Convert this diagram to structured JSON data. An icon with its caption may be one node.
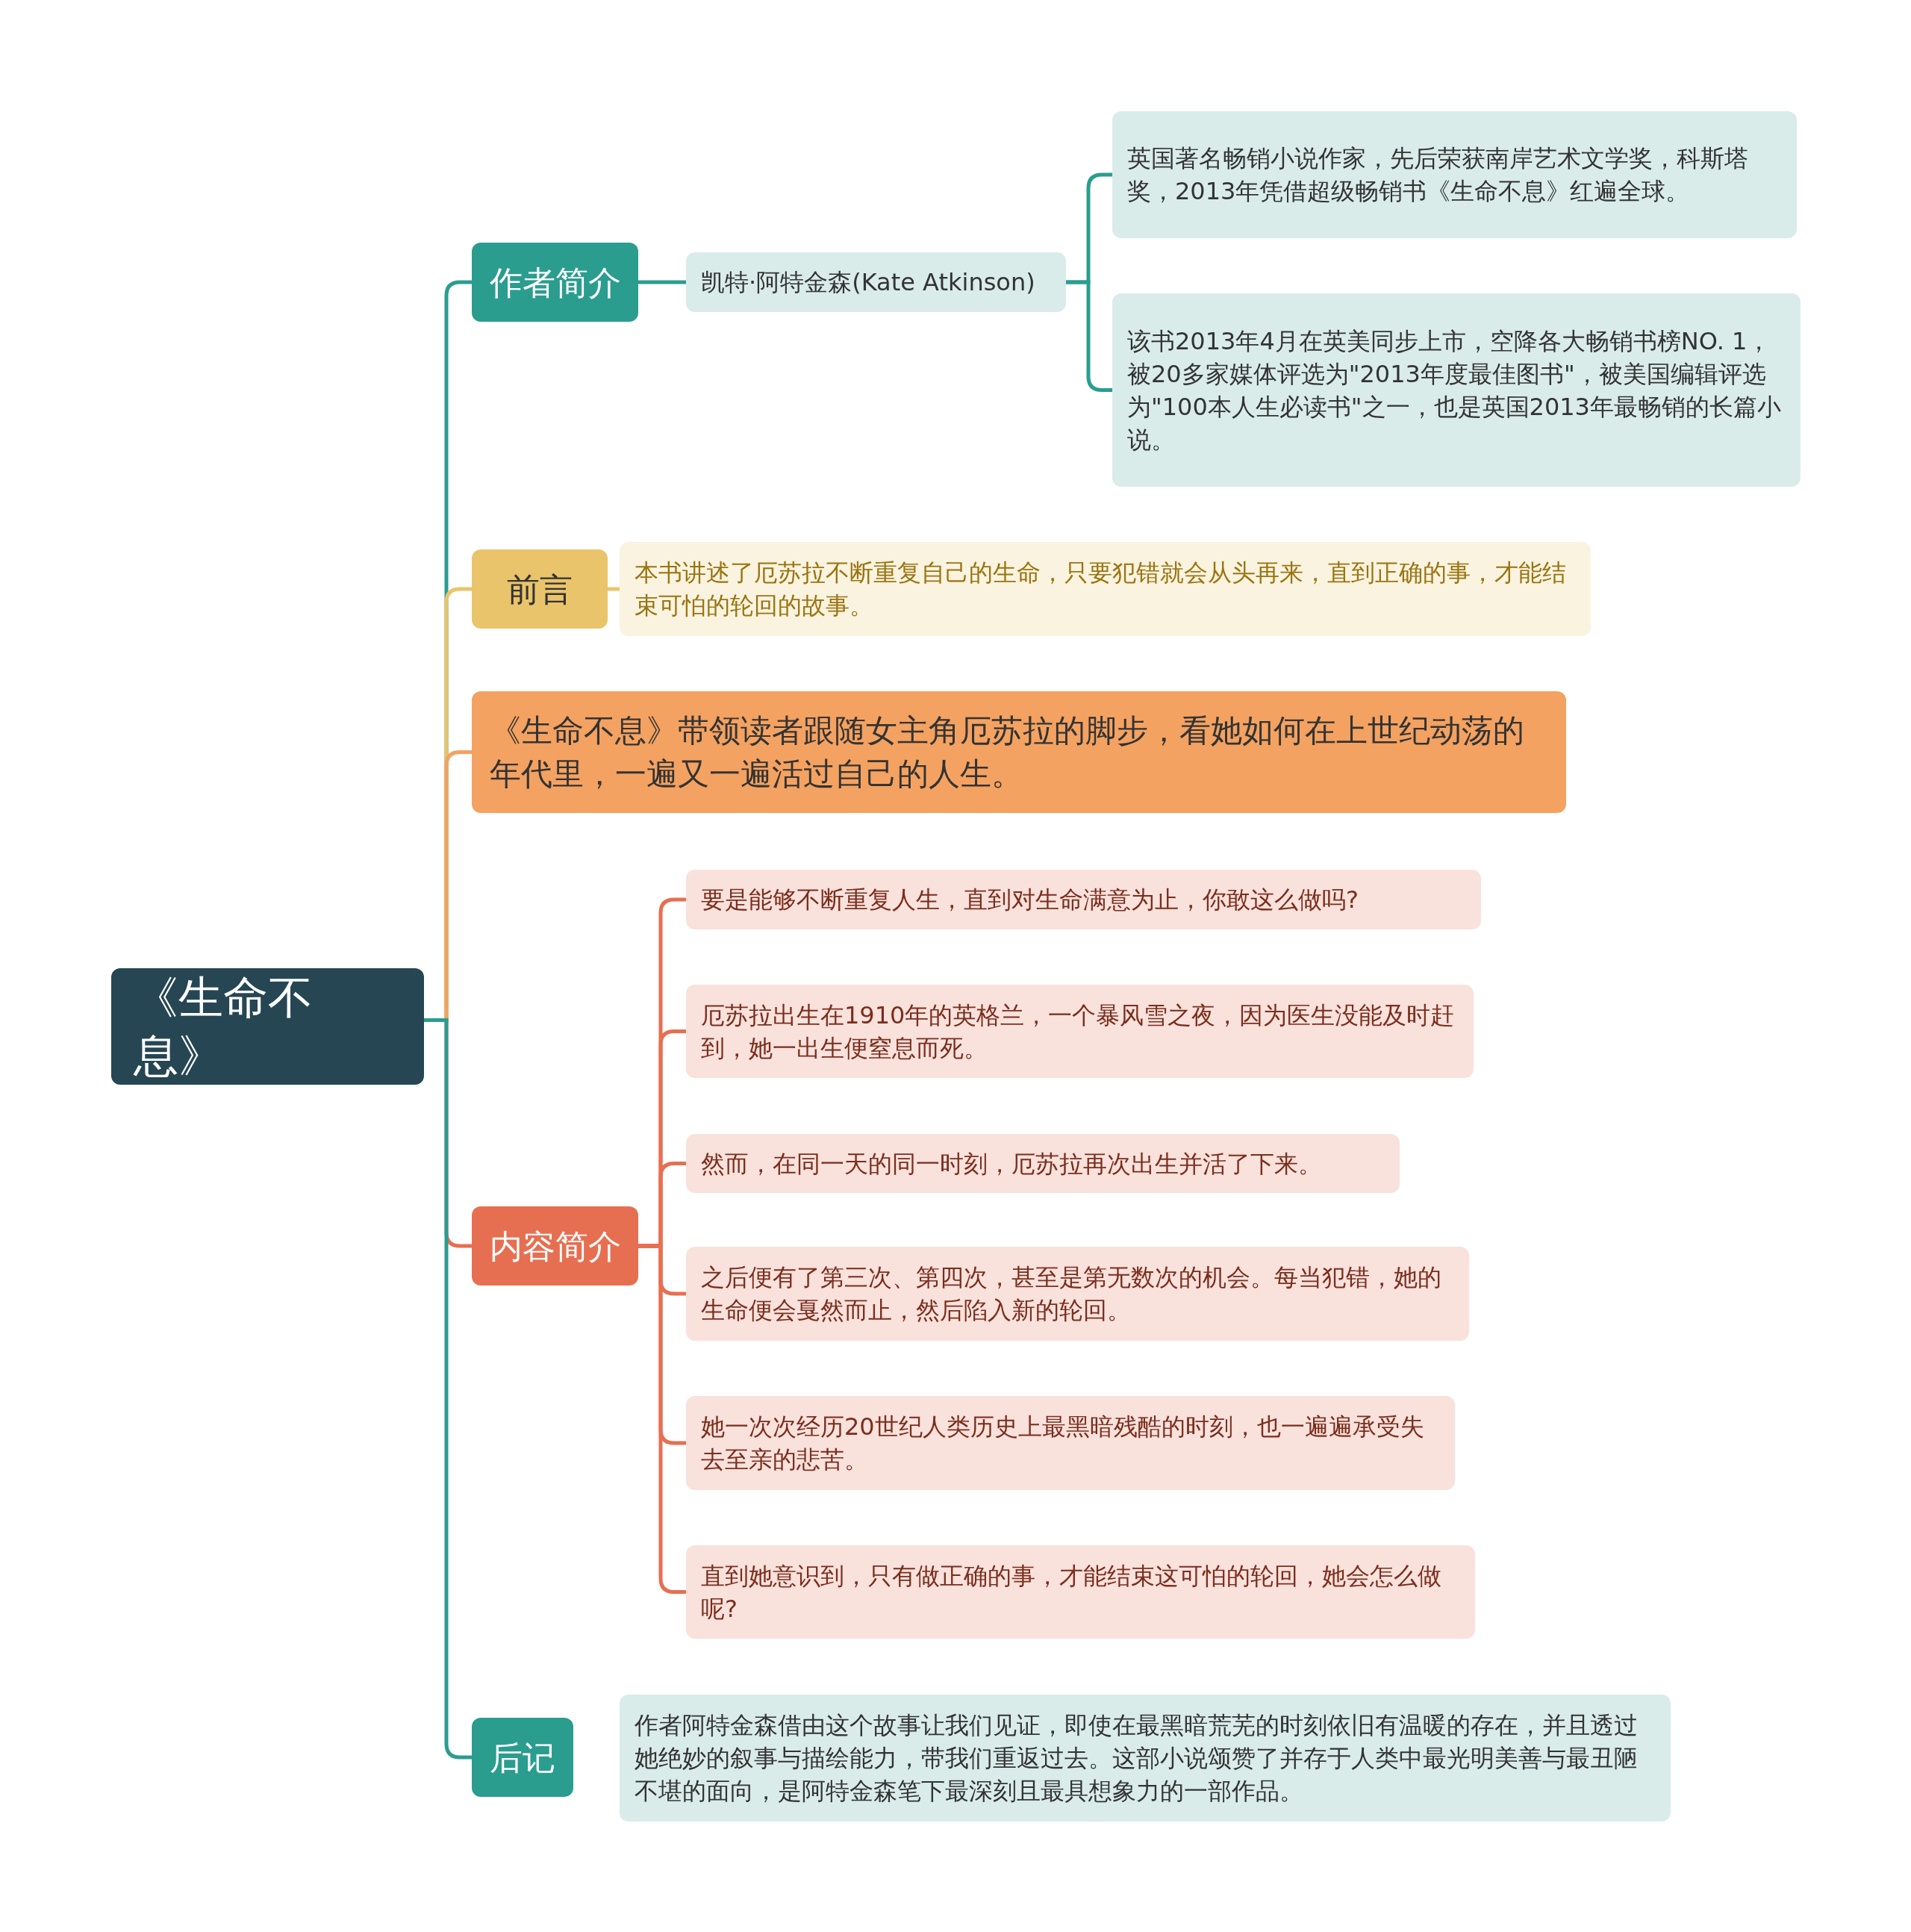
{
  "diagram": {
    "nodes": [
      {
        "text": [
          "《生命不息》"
        ]
      },
      {
        "text": [
          "作者简介"
        ]
      },
      {
        "text": [
          "凯特·阿特金森(Kate Atkinson)"
        ]
      },
      {
        "text": [
          "英国著名畅销小说作家，先后荣获南岸艺术文学奖，科斯塔奖，2013年凭借超级畅销书《生命不息》红遍全球。"
        ]
      },
      {
        "text": [
          "该书2013年4月在英美同步上市，空降各大畅销书榜NO. 1，被20多家媒体评选为\"2013年度最佳图书\"，被美国编辑评选为\"100本人生必读书\"之一，也是英国2013年最畅销的长篇小说。"
        ]
      },
      {
        "text": [
          "前言"
        ]
      },
      {
        "text": [
          "本书讲述了厄苏拉不断重复自己的生命，只要犯错就会从头再来，直到正确的事，才能结束可怕的轮回的故事。"
        ]
      },
      {
        "text": [
          "《生命不息》带领读者跟随女主角厄苏拉的脚步，看她如何在上世纪动荡的年代里，一遍又一遍活过自己的人生。"
        ]
      },
      {
        "text": [
          "内容简介"
        ]
      },
      {
        "text": [
          "要是能够不断重复人生，直到对生命满意为止，你敢这么做吗?"
        ]
      },
      {
        "text": [
          "厄苏拉出生在1910年的英格兰，一个暴风雪之夜，因为医生没能及时赶到，她一出生便窒息而死。"
        ]
      },
      {
        "text": [
          "然而，在同一天的同一时刻，厄苏拉再次出生并活了下来。"
        ]
      },
      {
        "text": [
          "之后便有了第三次、第四次，甚至是第无数次的机会。每当犯错，她的生命便会戛然而止，然后陷入新的轮回。"
        ]
      },
      {
        "text": [
          "她一次次经历20世纪人类历史上最黑暗残酷的时刻，也一遍遍承受失去至亲的悲苦。"
        ]
      },
      {
        "text": [
          "直到她意识到，只有做正确的事，才能结束这可怕的轮回，她会怎么做呢?"
        ]
      },
      {
        "text": [
          "后记"
        ]
      },
      {
        "text": [
          "作者阿特金森借由这个故事让我们见证，即使在最黑暗荒芜的时刻依旧有温暖的存在，并且透过她绝妙的叙事与描绘能力，带我们重返过去。这部小说颂赞了并存于人类中最光明美善与最丑陋不堪的面向，是阿特金森笔下最深刻且最具想象力的一部作品。"
        ]
      }
    ],
    "edges": [
      {
        "from": 0,
        "to": 1,
        "arrow": "none",
        "color": "#2a9d8f"
      },
      {
        "from": 1,
        "to": 2,
        "arrow": "none",
        "color": "#2a9d8f"
      },
      {
        "from": 2,
        "to": 3,
        "arrow": "none",
        "color": "#2a9d8f"
      },
      {
        "from": 2,
        "to": 4,
        "arrow": "none",
        "color": "#2a9d8f"
      },
      {
        "from": 0,
        "to": 5,
        "arrow": "none",
        "color": "#e9c46a"
      },
      {
        "from": 5,
        "to": 6,
        "arrow": "none",
        "color": "#e9c46a"
      },
      {
        "from": 0,
        "to": 7,
        "arrow": "none",
        "color": "#f4a261"
      },
      {
        "from": 0,
        "to": 8,
        "arrow": "none"
      },
      {
        "from": 8,
        "to": 9,
        "arrow": "none"
      },
      {
        "from": 8,
        "to": 10,
        "arrow": "none"
      },
      {
        "from": 8,
        "to": 11,
        "arrow": "none"
      },
      {
        "from": 8,
        "to": 12,
        "arrow": "none"
      },
      {
        "from": 8,
        "to": 13,
        "arrow": "none"
      },
      {
        "from": 8,
        "to": 14,
        "arrow": "none"
      },
      {
        "from": 0,
        "to": 15,
        "arrow": "none",
        "color": "#2a9d8f"
      }
    ]
  }
}
